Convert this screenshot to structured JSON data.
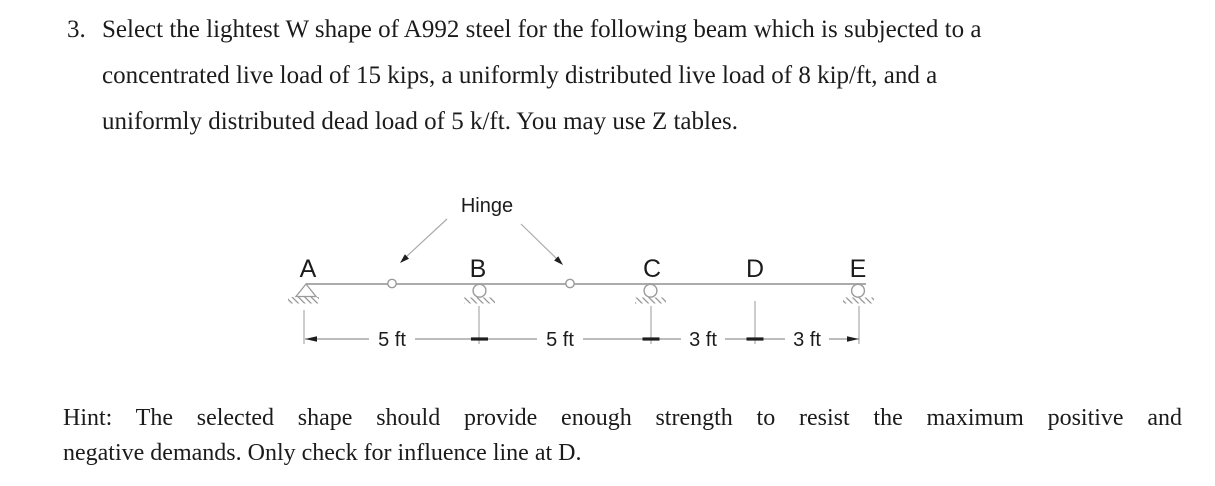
{
  "page": {
    "background": "#ffffff",
    "text_color": "#1b1b1b"
  },
  "problem": {
    "number": "3.",
    "lines": [
      "Select the lightest W shape of A992 steel for the following beam which is subjected to a",
      "concentrated live load of 15 kips, a uniformly distributed live load of 8 kip/ft, and a",
      "uniformly distributed dead load of 5 k/ft. You may use Z tables."
    ]
  },
  "diagram": {
    "hinge_label": "Hinge",
    "node_labels": [
      "A",
      "B",
      "C",
      "D",
      "E"
    ],
    "dimension_labels": [
      "5 ft",
      "5 ft",
      "3 ft",
      "3 ft"
    ],
    "spans_ft": [
      5,
      5,
      3,
      3
    ],
    "supports": {
      "A": "pin",
      "B": "roller",
      "C": "roller",
      "D": "none",
      "E": "roller"
    },
    "hinge_count": 2,
    "colors": {
      "beam": "#ababab",
      "support_outline": "#9a9a9a",
      "hatch": "#8f8f8f",
      "dimension_line": "#787878",
      "tick": "#1e1e1e",
      "label": "#1c1c1c"
    }
  },
  "hint": {
    "lines": [
      "Hint: The selected shape should provide enough strength to resist the maximum positive and",
      "negative demands. Only check for influence line at D."
    ]
  }
}
